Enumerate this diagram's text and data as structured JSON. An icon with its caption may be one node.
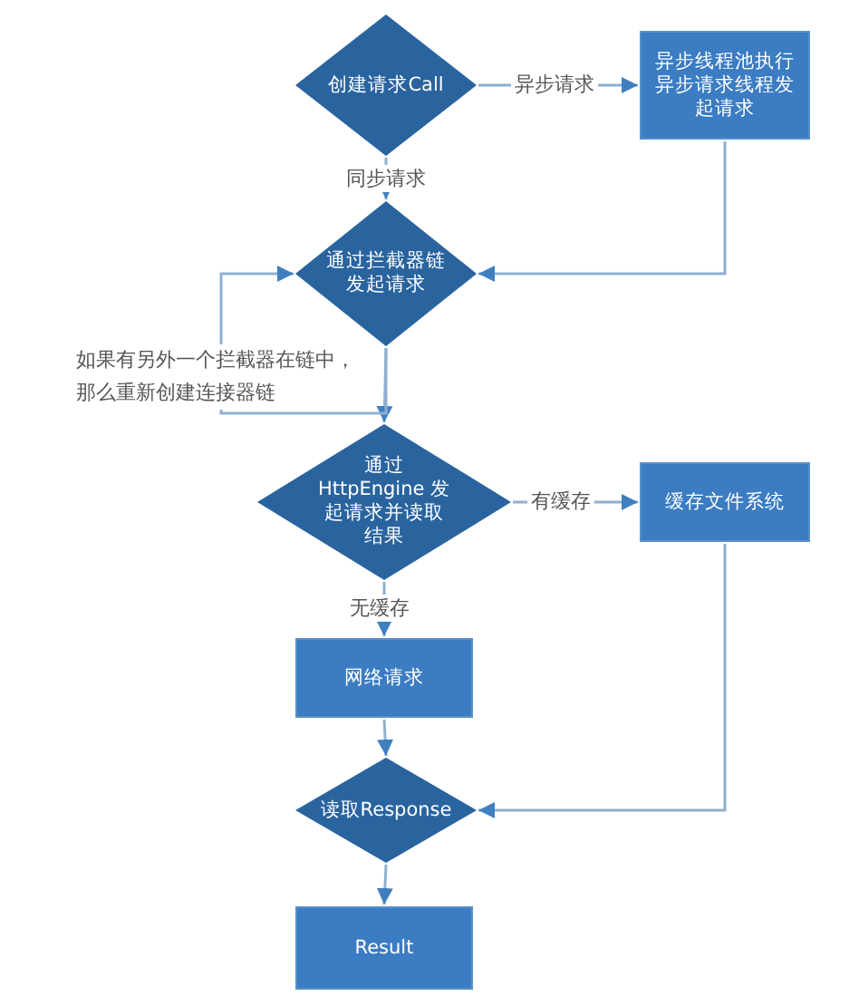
{
  "diagram": {
    "nodes": [
      {
        "text": [
          "创建请求Call"
        ]
      },
      {
        "text": [
          "异步线程池执行异步请求线程发起请求"
        ]
      },
      {
        "text": [
          "通过拦截器链发起请求"
        ]
      },
      {
        "text": [
          "通过 HttpEngine 发起请求并读取结果"
        ]
      },
      {
        "text": [
          "缓存文件系统"
        ]
      },
      {
        "text": [
          "网络请求"
        ]
      },
      {
        "text": [
          "读取Response"
        ]
      },
      {
        "text": [
          "Result"
        ]
      }
    ],
    "edges": [
      {
        "from": 0,
        "to": 1,
        "arrow": "to",
        "label": "异步请求"
      },
      {
        "from": 0,
        "to": 2,
        "arrow": "to",
        "label": "同步请求"
      },
      {
        "from": 1,
        "to": 2,
        "arrow": "to"
      },
      {
        "from": 2,
        "to": 3,
        "arrow": "to"
      },
      {
        "from": 2,
        "to": 2,
        "arrow": "to",
        "label": "如果有另外一个拦截器在链中，那么重新创建连接器链"
      },
      {
        "from": 3,
        "to": 4,
        "arrow": "to",
        "label": "有缓存"
      },
      {
        "from": 3,
        "to": 5,
        "arrow": "to",
        "label": "无缓存"
      },
      {
        "from": 5,
        "to": 6,
        "arrow": "to"
      },
      {
        "from": 4,
        "to": 6,
        "arrow": "to"
      },
      {
        "from": 6,
        "to": 7,
        "arrow": "to"
      }
    ]
  }
}
